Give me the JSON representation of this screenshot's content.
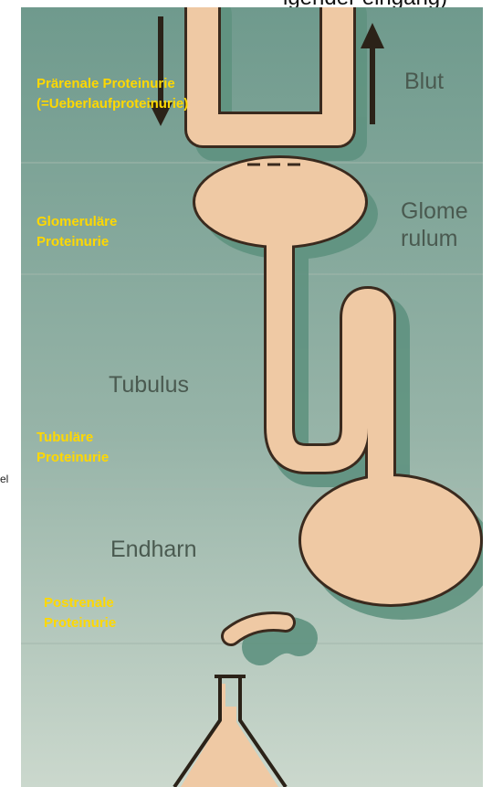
{
  "top_cut_text": "igender eingang)",
  "side_cut_text": "el",
  "yellow_labels": {
    "praerenal": "Prärenale Proteinurie\n(=Ueberlaufproteinurie)",
    "glomerulaer": "Glomeruläre\nProteinurie",
    "tubulaer": "Tubuläre\nProteinurie",
    "postrenal": "Postrenale\nProteinurie"
  },
  "printed_labels": {
    "blut": "Blut",
    "glomerulum": "Glome\nrulum",
    "tubulus": "Tubulus",
    "endharn": "Endharn"
  },
  "colors": {
    "label_yellow": "#ffd800",
    "tissue": "#efc9a4",
    "outline": "#3a2a1e",
    "shadow": "#5f9280",
    "background_top": "#6f9a8d",
    "background_bottom": "#c9d7cc"
  }
}
